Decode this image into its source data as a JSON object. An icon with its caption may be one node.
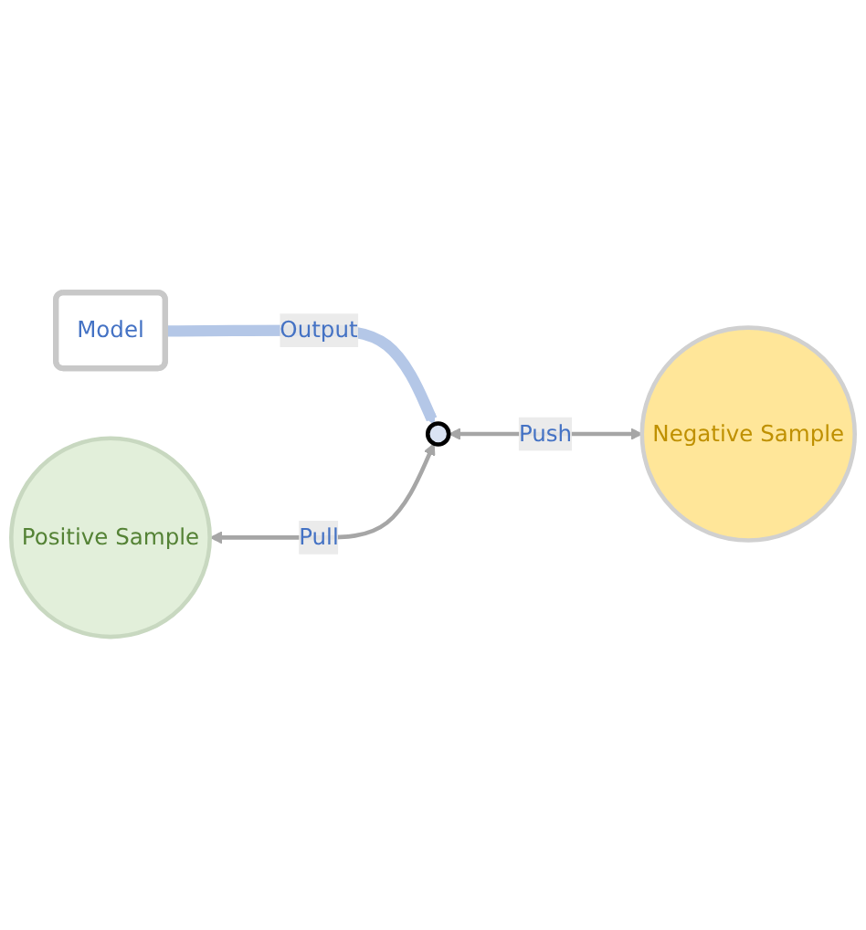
{
  "diagram": {
    "nodes": [
      {
        "text": [
          "Model"
        ]
      },
      {
        "text": [
          "Positive Sample"
        ]
      },
      {
        "text": [],
        "shape": "circle"
      },
      {
        "text": [
          "Negative Sample"
        ]
      }
    ],
    "edges": [
      {
        "from": 0,
        "to": 2,
        "arrow": "to",
        "label": "Output",
        "style": "thick",
        "color": "#b4c7e7"
      },
      {
        "from": 1,
        "to": 2,
        "arrow": "both",
        "label": "Pull"
      },
      {
        "from": 2,
        "to": 3,
        "arrow": "both",
        "label": "Push"
      }
    ]
  }
}
